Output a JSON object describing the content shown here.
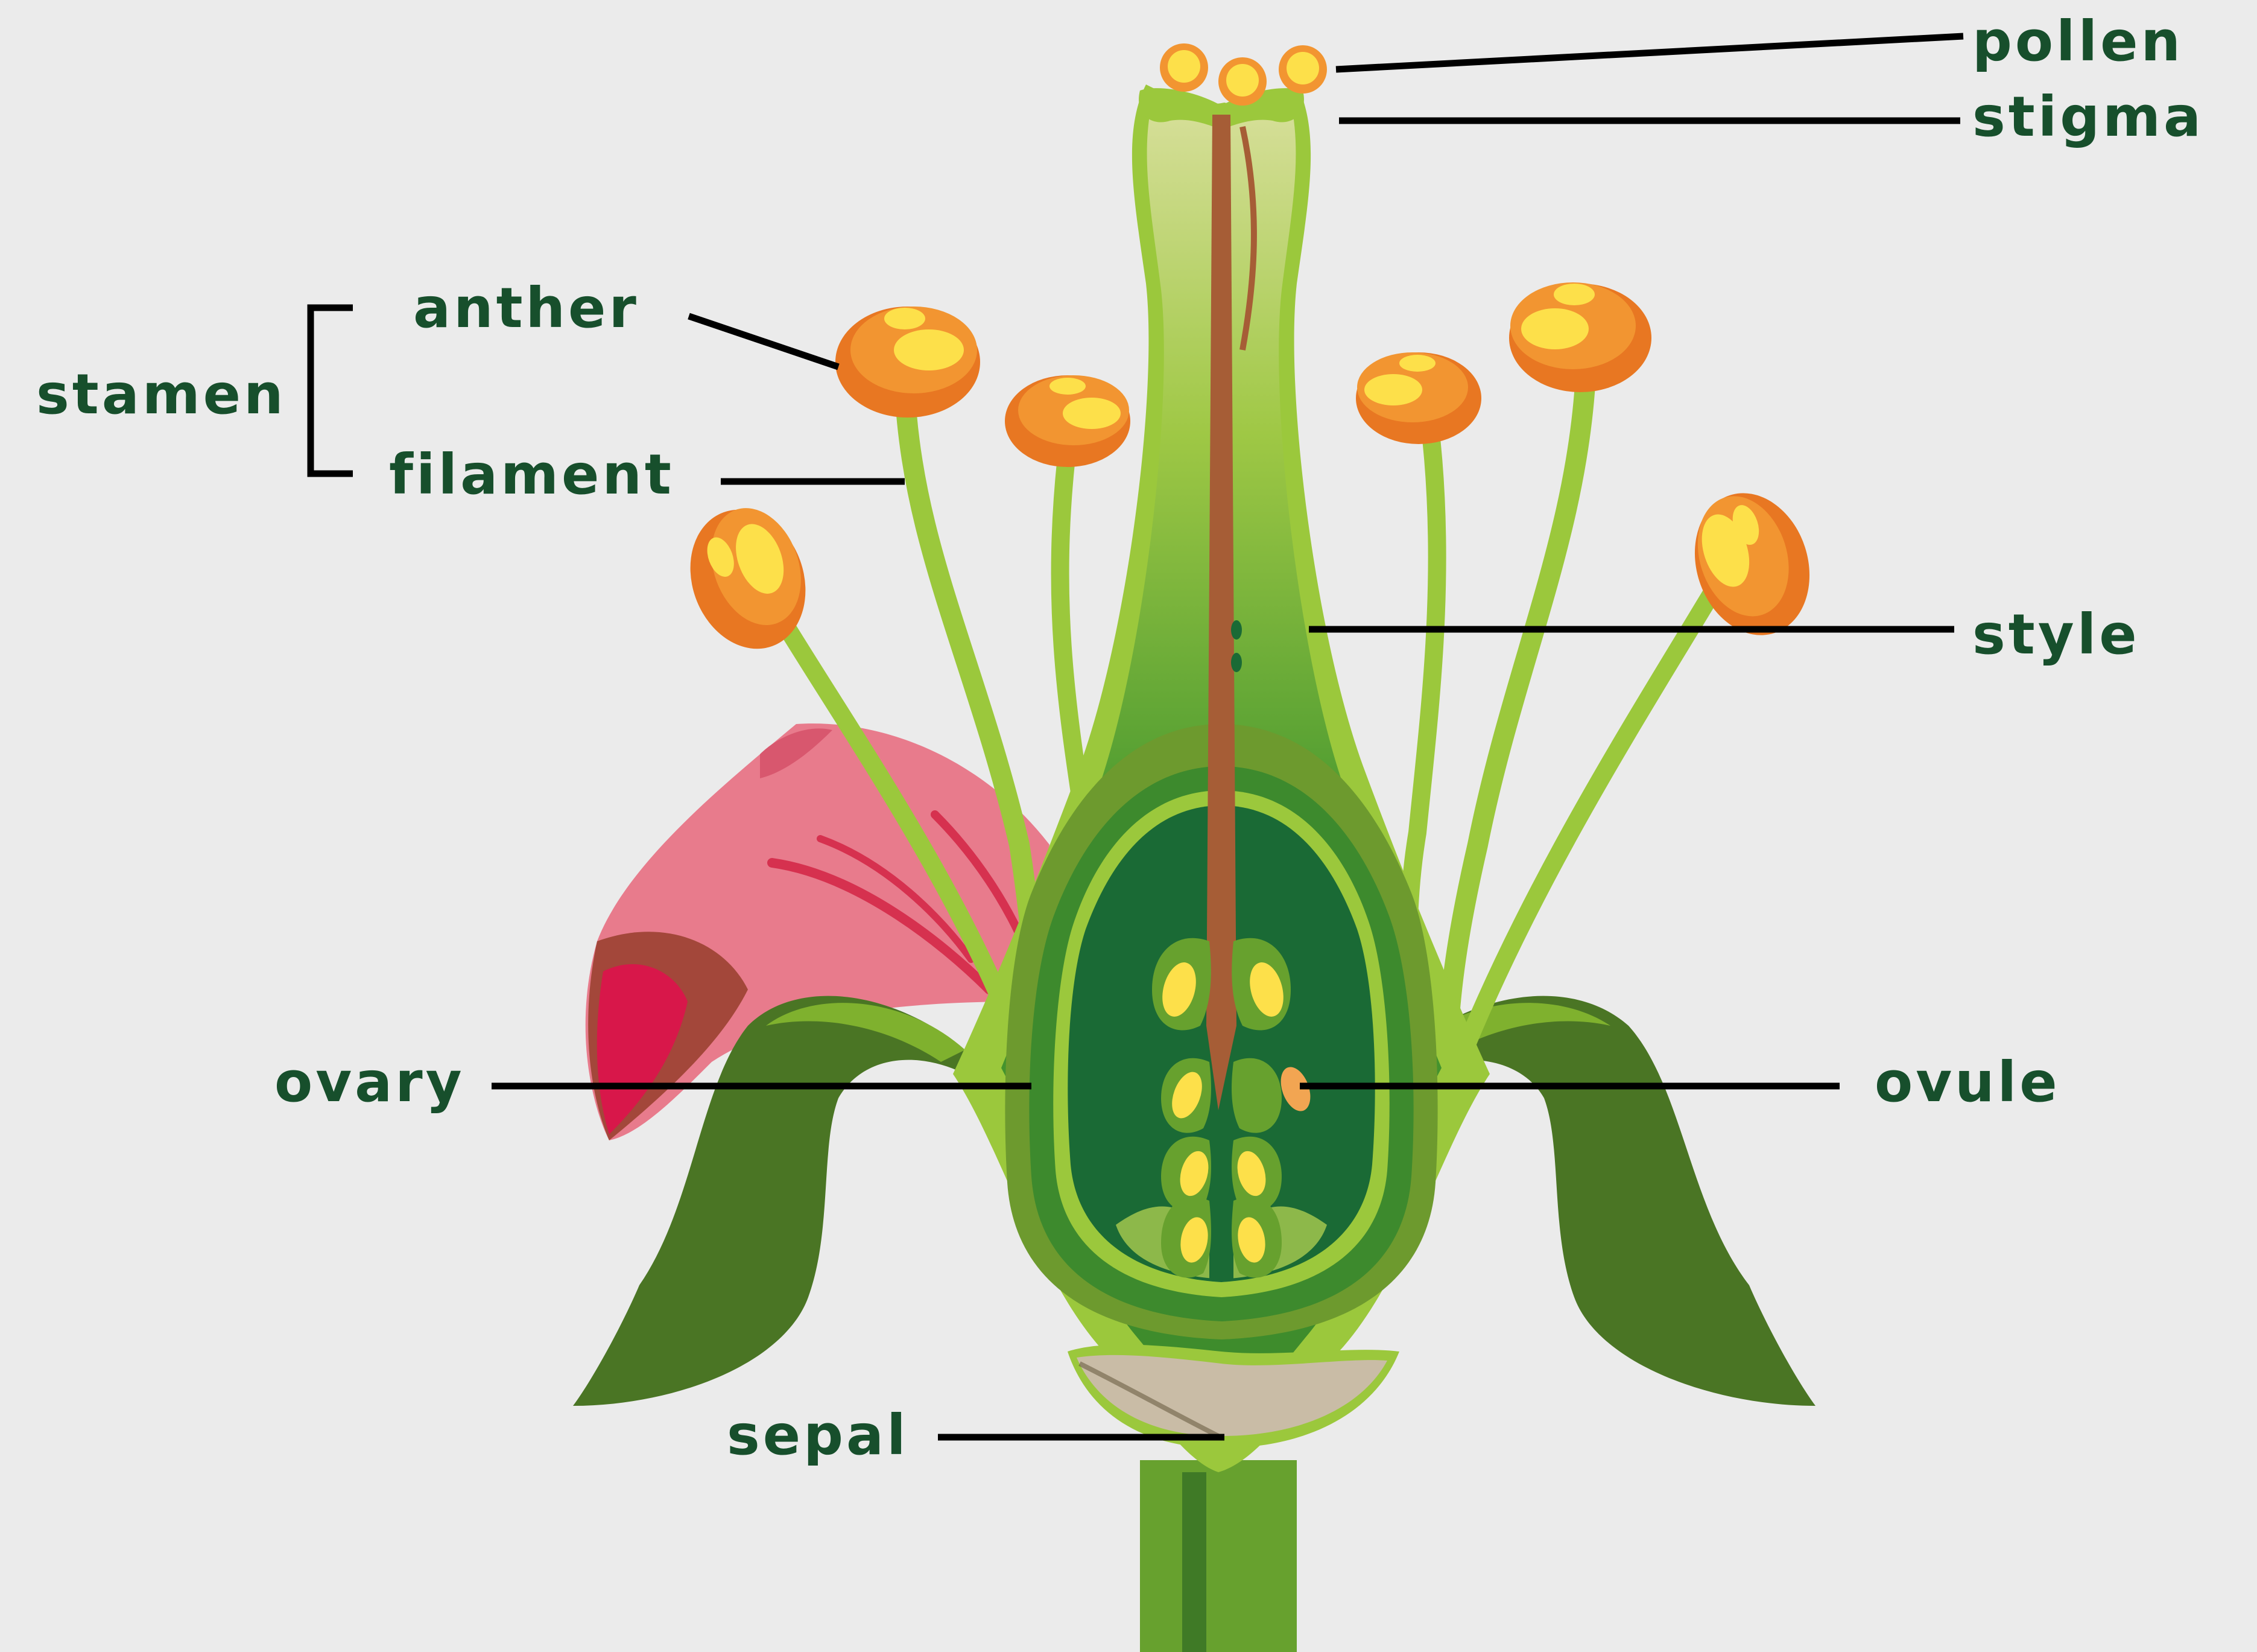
{
  "labels": {
    "pollen": "pollen",
    "stigma": "stigma",
    "anther": "anther",
    "stamen": "stamen",
    "filament": "filament",
    "style": "style",
    "ovary": "ovary",
    "ovule": "ovule",
    "sepal": "sepal"
  },
  "colors": {
    "background": "#ebebeb",
    "label_text": "#174f2c",
    "leader_line": "#000000",
    "light_green": "#9bc83c",
    "mid_green": "#67a12e",
    "dark_green": "#1a6a35",
    "sepal_green": "#4a7524",
    "petal_pink": "#e87b8c",
    "petal_red": "#d8174a",
    "anther_orange": "#f29531",
    "anther_yellow": "#fde04a",
    "style_brown": "#a65d36",
    "receptacle_beige": "#c9bca6"
  }
}
